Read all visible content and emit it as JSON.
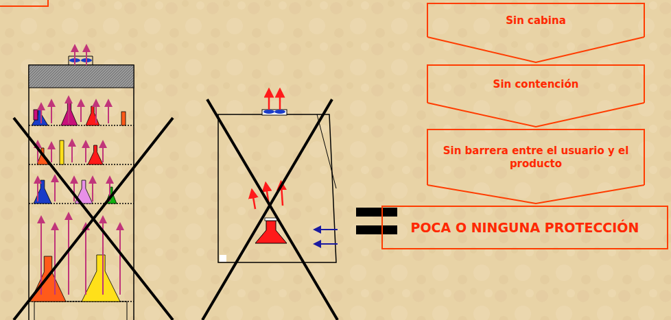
{
  "diagram": {
    "nodes": [
      {
        "text": [
          "Sin cabina"
        ]
      },
      {
        "text": [
          "Sin contención"
        ]
      },
      {
        "text": [
          "Sin barrera entre el usuario y el producto"
        ]
      },
      {
        "text": [
          "POCA O NINGUNA PROTECCIÓN"
        ]
      }
    ],
    "edges": [
      {
        "from": 0,
        "to": 1,
        "arrow": "to"
      },
      {
        "from": 1,
        "to": 2,
        "arrow": "to"
      },
      {
        "from": 2,
        "to": 3,
        "arrow": "to"
      }
    ]
  }
}
